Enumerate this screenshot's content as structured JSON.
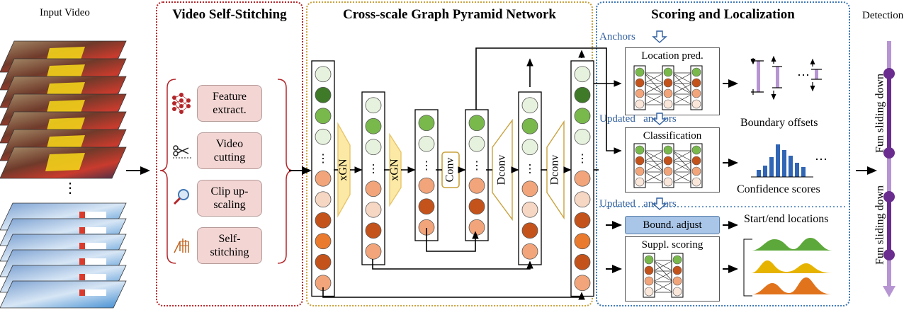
{
  "input": {
    "label": "Input Video"
  },
  "detection": {
    "label": "Detection",
    "segments": [
      "Fun sliding down",
      "Fun sliding down"
    ],
    "colors": {
      "track": "#b795d3",
      "dot": "#6a2d8f"
    }
  },
  "stitching": {
    "title": "Video Self-Stitching",
    "steps": [
      {
        "label": "Feature extract.",
        "icon": "neural-network-icon"
      },
      {
        "label": "Video cutting",
        "icon": "scissors-icon"
      },
      {
        "label": "Clip up-scaling",
        "icon": "magnifier-icon"
      },
      {
        "label": "Self-stitching",
        "icon": "stitch-icon"
      }
    ],
    "colors": {
      "border": "#b3262a",
      "box": "#f3d6d4"
    }
  },
  "pyramid": {
    "title": "Cross-scale Graph Pyramid Network",
    "ops": [
      "xGN",
      "xGN",
      "Conv",
      "Dconv",
      "Dconv"
    ],
    "ellipsis": "⋯",
    "colors": {
      "border": "#c9a23e",
      "op_fill": "#fde9a6",
      "op_stroke": "#c9a23e"
    }
  },
  "scoring": {
    "title": "Scoring and Localization",
    "anchors": "Anchors",
    "updated_anchors": "Updated   anchors",
    "location_pred": "Location pred.",
    "classification": "Classification",
    "boundary_offsets": "Boundary offsets",
    "confidence_scores": "Confidence scores",
    "bound_adjust": "Bound. adjust",
    "suppl_scoring": "Suppl. scoring",
    "start_end": "Start/end locations",
    "more": "⋯",
    "colors": {
      "border": "#3f78b5",
      "label": "#2f5e9e",
      "bound_fill": "#a9c6e8",
      "bars": "#3165b5"
    }
  }
}
